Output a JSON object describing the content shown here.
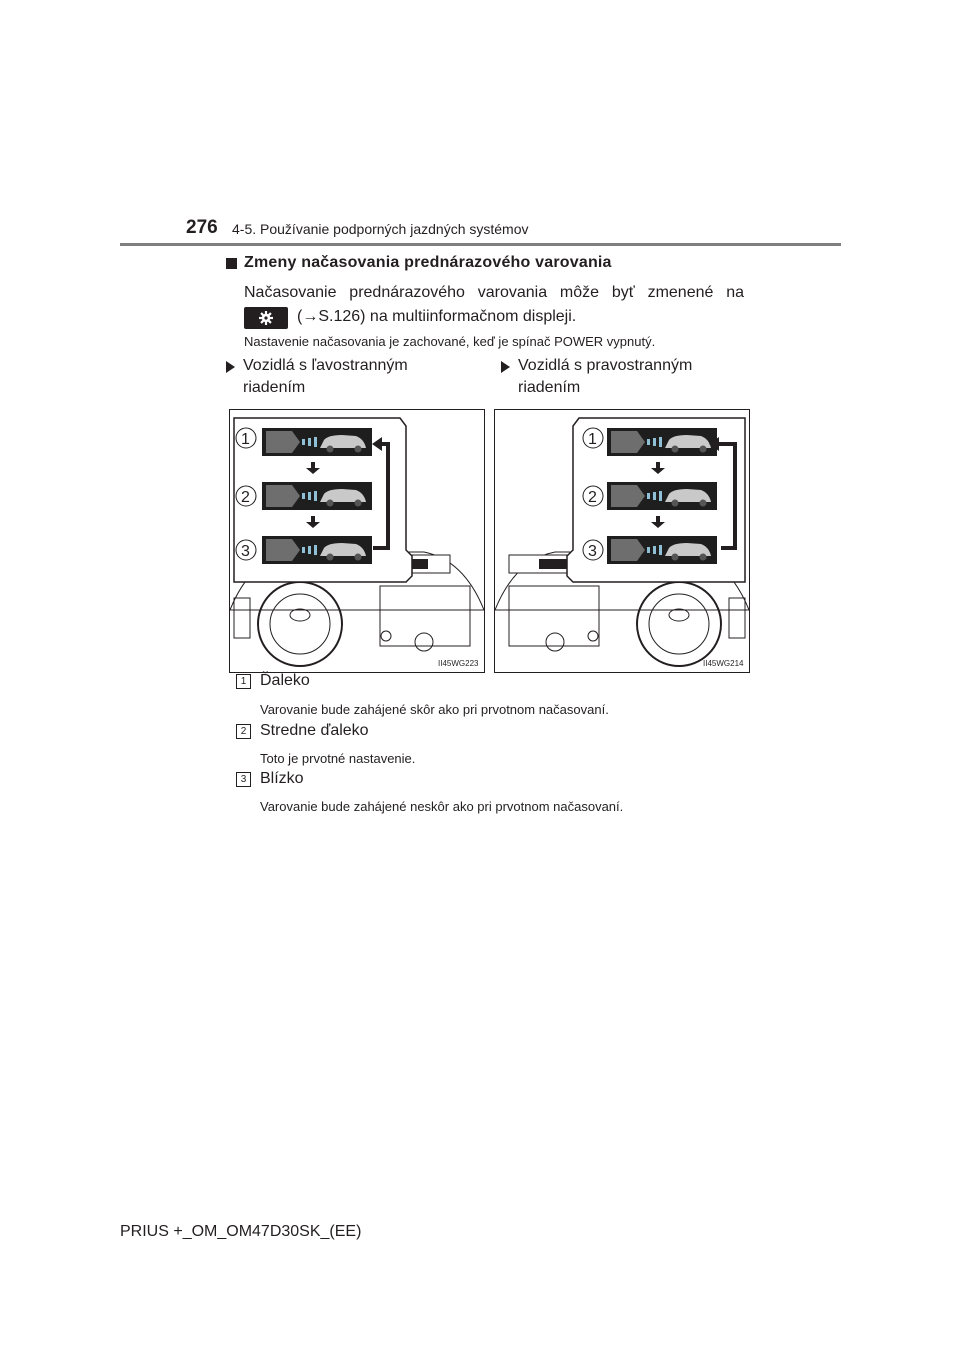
{
  "header": {
    "page_number": "276",
    "chapter": "4-5. Používanie podporných jazdných systémov"
  },
  "section": {
    "title": "Zmeny načasovania prednárazového varovania",
    "para_line1": "Načasovanie prednárazového varovania môže byť zmenené na",
    "para_line2": "(→S.126) na multiinformačnom displeji.",
    "note": "Nastavenie načasovania je zachované, keď je spínač POWER vypnutý.",
    "icon": "settings-gear-icon"
  },
  "vehicles": {
    "left_label": "Vozidlá s ľavostranným riadením",
    "right_label": "Vozidlá s pravostranným riadením",
    "left_code": "II45WG223",
    "right_code": "II45WG214"
  },
  "items": [
    {
      "num": "1",
      "title": "Ďaleko",
      "desc": "Varovanie bude zahájené skôr ako pri prvotnom načasovaní."
    },
    {
      "num": "2",
      "title": "Stredne ďaleko",
      "desc": "Toto je prvotné nastavenie."
    },
    {
      "num": "3",
      "title": "Blízko",
      "desc": "Varovanie bude zahájené neskôr ako pri prvotnom načasovaní."
    }
  ],
  "footer": {
    "text": "PRIUS +_OM_OM47D30SK_(EE)"
  }
}
